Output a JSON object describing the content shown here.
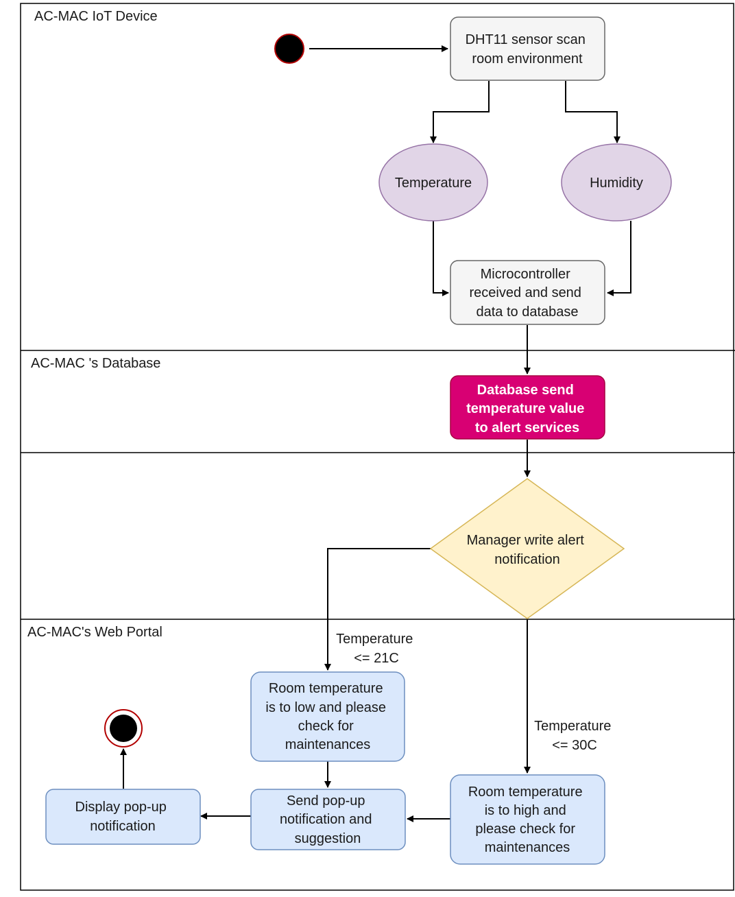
{
  "lanes": [
    {
      "id": "iot",
      "label": "AC-MAC IoT Device"
    },
    {
      "id": "db",
      "label": "AC-MAC 's Database"
    },
    {
      "id": "alert",
      "label": ""
    },
    {
      "id": "portal",
      "label": "AC-MAC's Web Portal"
    }
  ],
  "nodes": {
    "sensor_scan": {
      "lines": [
        "DHT11 sensor scan",
        "room environment"
      ]
    },
    "temperature": {
      "lines": [
        "Temperature"
      ]
    },
    "humidity": {
      "lines": [
        "Humidity"
      ]
    },
    "microcontroller": {
      "lines": [
        "Microcontroller",
        "received and send",
        "data to database"
      ]
    },
    "db_send": {
      "lines": [
        "Database send",
        "temperature value",
        "to alert services"
      ]
    },
    "manager_alert": {
      "lines": [
        "Manager write alert",
        "notification"
      ]
    },
    "low_temp": {
      "lines": [
        "Room temperature",
        "is to low and please",
        "check for",
        "maintenances"
      ]
    },
    "high_temp": {
      "lines": [
        "Room temperature",
        "is to high and",
        "please check for",
        "maintenances"
      ]
    },
    "send_popup": {
      "lines": [
        "Send pop-up",
        "notification and",
        "suggestion"
      ]
    },
    "display_popup": {
      "lines": [
        "Display pop-up",
        "notification"
      ]
    }
  },
  "edge_labels": {
    "low_condition": [
      "Temperature",
      "<= 21C"
    ],
    "high_condition": [
      "Temperature",
      "<= 30C"
    ]
  },
  "colors": {
    "lane_border": "#000000",
    "process_fill": "#f5f5f5",
    "process_stroke": "#666666",
    "attribute_fill": "#e1d5e7",
    "attribute_stroke": "#9673a6",
    "database_fill": "#d80073",
    "database_stroke": "#a50040",
    "decision_fill": "#fff2cc",
    "decision_stroke": "#d6b656",
    "portal_fill": "#dae8fc",
    "portal_stroke": "#6c8ebf",
    "start_fill": "#000000",
    "start_stroke": "#b20000",
    "end_ring": "#b20000"
  }
}
